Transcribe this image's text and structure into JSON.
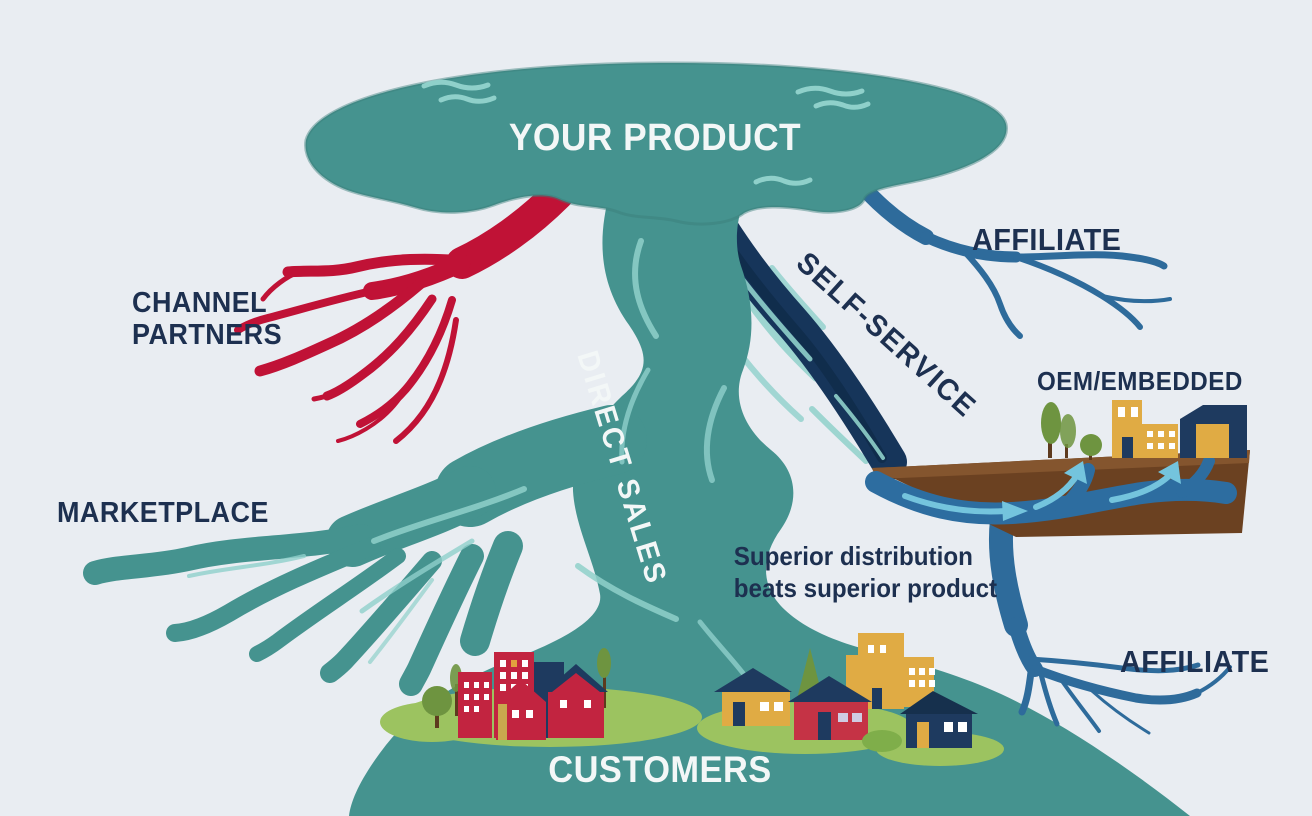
{
  "diagram": {
    "lake_label": "YOUR PRODUCT",
    "channels": {
      "channel_partners": {
        "line1": "CHANNEL",
        "line2": "PARTNERS"
      },
      "marketplace": "MARKETPLACE",
      "direct_sales": "DIRECT SALES",
      "self_service": "SELF-SERVICE",
      "affiliate_top": "AFFILIATE",
      "affiliate_bottom": "AFFILIATE",
      "oem_embedded": "OEM/EMBEDDED"
    },
    "note": {
      "line1": "Superior distribution",
      "line2": "beats superior product"
    },
    "customers_label": "CUSTOMERS"
  },
  "colors": {
    "background": "#e9edf2",
    "river_teal": "#45938f",
    "river_teal_light": "#8fd0ca",
    "lake_rim": "#3a7e7b",
    "red_channel": "#c01236",
    "navy_river": "#16355a",
    "navy_river_dark": "#0d2742",
    "blue_branch": "#2e6b9b",
    "underground_blue": "#2d6da0",
    "arrow_light_blue": "#74c4dd",
    "soil_brown": "#6b4121",
    "soil_top": "#84552e",
    "text_navy": "#1d3050",
    "text_white": "#f3f7f7",
    "grass_green": "#9cc360",
    "tree_green": "#6e9440",
    "building_yellow": "#e0ab44",
    "building_red": "#c22440",
    "building_navy": "#1e3a5f"
  }
}
